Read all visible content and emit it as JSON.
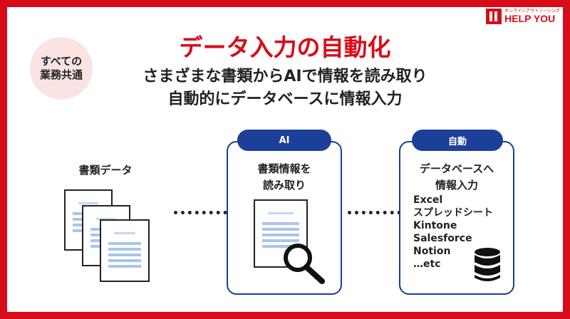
{
  "logo": {
    "subtitle": "オンラインアウトソーシング",
    "name": "HELP YOU"
  },
  "badge": {
    "line1": "すべての",
    "line2": "業務共通"
  },
  "title": "データ入力の自動化",
  "subtitle": {
    "line1": "さまざまな書類からAIで情報を読み取り",
    "line2": "自動的にデータベースに情報入力"
  },
  "steps": {
    "documents": {
      "label": "書類データ"
    },
    "ai": {
      "pill": "AI",
      "line1": "書類情報を",
      "line2": "読み取り"
    },
    "auto": {
      "pill": "自動",
      "line1": "データベースへ",
      "line2": "情報入力"
    }
  },
  "tools": [
    "Excel",
    "スプレッドシート",
    "Kintone",
    "Salesforce",
    "Notion",
    "…etc"
  ],
  "colors": {
    "accent": "#d80c18",
    "navy": "#1c3f99",
    "badge_bg": "#fbe3e3"
  },
  "icons": [
    "document-icon",
    "magnifier-icon",
    "database-icon"
  ]
}
